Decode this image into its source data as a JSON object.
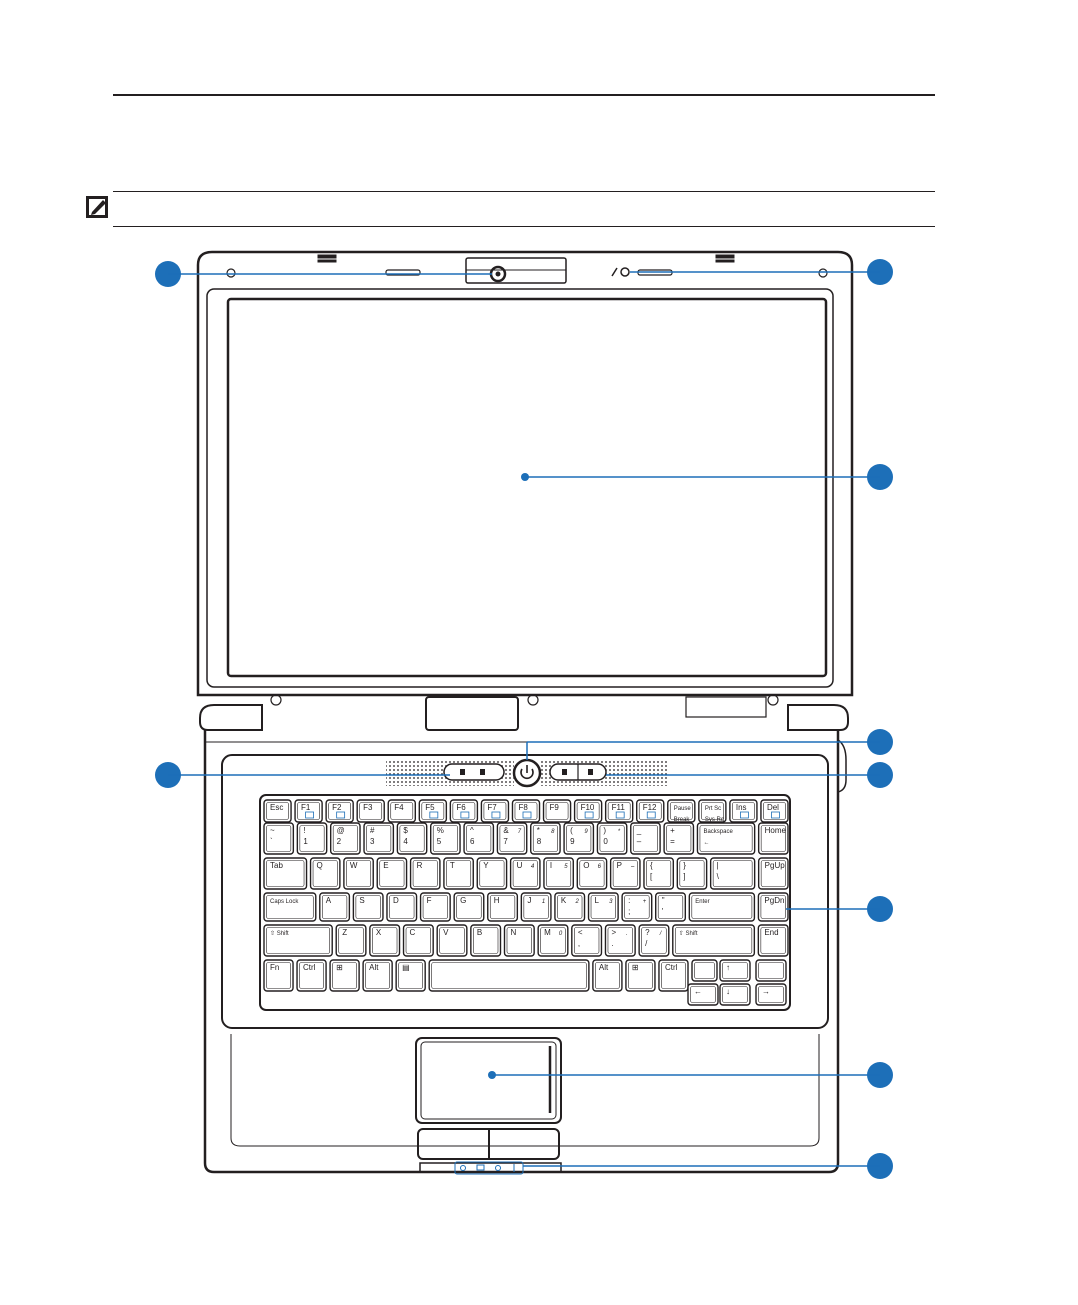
{
  "keyboard": {
    "rows": [
      [
        {
          "l": [
            "Esc"
          ],
          "w": 1
        },
        {
          "l": [
            "F1"
          ],
          "w": 1,
          "f": true
        },
        {
          "l": [
            "F2"
          ],
          "w": 1,
          "f": true
        },
        {
          "l": [
            "F3"
          ],
          "w": 1
        },
        {
          "l": [
            "F4"
          ],
          "w": 1
        },
        {
          "l": [
            "F5"
          ],
          "w": 1,
          "f": true
        },
        {
          "l": [
            "F6"
          ],
          "w": 1,
          "f": true
        },
        {
          "l": [
            "F7"
          ],
          "w": 1,
          "f": true
        },
        {
          "l": [
            "F8"
          ],
          "w": 1,
          "f": true
        },
        {
          "l": [
            "F9"
          ],
          "w": 1
        },
        {
          "l": [
            "F10"
          ],
          "w": 1,
          "f": true
        },
        {
          "l": [
            "F11"
          ],
          "w": 1,
          "f": true
        },
        {
          "l": [
            "F12"
          ],
          "w": 1,
          "f": true
        },
        {
          "l": [
            "Pause",
            "Break"
          ],
          "w": 1
        },
        {
          "l": [
            "Prt Sc",
            "Sys Rq"
          ],
          "w": 1
        },
        {
          "l": [
            "Ins"
          ],
          "w": 1,
          "f": true
        },
        {
          "l": [
            "Del"
          ],
          "w": 1,
          "f": true
        }
      ],
      [
        {
          "l": [
            "~",
            "`"
          ],
          "w": 1
        },
        {
          "l": [
            "!",
            "1"
          ],
          "w": 1
        },
        {
          "l": [
            "@",
            "2"
          ],
          "w": 1
        },
        {
          "l": [
            "#",
            "3"
          ],
          "w": 1
        },
        {
          "l": [
            "$",
            "4"
          ],
          "w": 1
        },
        {
          "l": [
            "%",
            "5"
          ],
          "w": 1
        },
        {
          "l": [
            "^",
            "6"
          ],
          "w": 1
        },
        {
          "l": [
            "&",
            "7"
          ],
          "w": 1,
          "n": "7"
        },
        {
          "l": [
            "*",
            "8"
          ],
          "w": 1,
          "n": "8"
        },
        {
          "l": [
            "(",
            "9"
          ],
          "w": 1,
          "n": "9"
        },
        {
          "l": [
            ")",
            "0"
          ],
          "w": 1,
          "n": "*"
        },
        {
          "l": [
            "_",
            "–"
          ],
          "w": 1
        },
        {
          "l": [
            "+",
            "="
          ],
          "w": 1
        },
        {
          "l": [
            "Backspace",
            "←"
          ],
          "w": 1.95
        },
        {
          "l": [
            "Home"
          ],
          "w": 1
        }
      ],
      [
        {
          "l": [
            "Tab"
          ],
          "w": 1.45
        },
        {
          "l": [
            "Q"
          ],
          "w": 1
        },
        {
          "l": [
            "W"
          ],
          "w": 1
        },
        {
          "l": [
            "E"
          ],
          "w": 1
        },
        {
          "l": [
            "R"
          ],
          "w": 1
        },
        {
          "l": [
            "T"
          ],
          "w": 1
        },
        {
          "l": [
            "Y"
          ],
          "w": 1
        },
        {
          "l": [
            "U"
          ],
          "w": 1,
          "n": "4"
        },
        {
          "l": [
            "I"
          ],
          "w": 1,
          "n": "5"
        },
        {
          "l": [
            "O"
          ],
          "w": 1,
          "n": "6"
        },
        {
          "l": [
            "P"
          ],
          "w": 1,
          "n": "–"
        },
        {
          "l": [
            "{",
            "["
          ],
          "w": 1
        },
        {
          "l": [
            "}",
            "]"
          ],
          "w": 1
        },
        {
          "l": [
            "|",
            "\\"
          ],
          "w": 1.5
        },
        {
          "l": [
            "PgUp"
          ],
          "w": 1
        }
      ],
      [
        {
          "l": [
            "Caps Lock"
          ],
          "w": 1.75
        },
        {
          "l": [
            "A"
          ],
          "w": 1
        },
        {
          "l": [
            "S"
          ],
          "w": 1
        },
        {
          "l": [
            "D"
          ],
          "w": 1
        },
        {
          "l": [
            "F"
          ],
          "w": 1
        },
        {
          "l": [
            "G"
          ],
          "w": 1
        },
        {
          "l": [
            "H"
          ],
          "w": 1
        },
        {
          "l": [
            "J"
          ],
          "w": 1,
          "n": "1"
        },
        {
          "l": [
            "K"
          ],
          "w": 1,
          "n": "2"
        },
        {
          "l": [
            "L"
          ],
          "w": 1,
          "n": "3"
        },
        {
          "l": [
            ":",
            ";"
          ],
          "w": 1,
          "n": "+"
        },
        {
          "l": [
            "\"",
            "'"
          ],
          "w": 1
        },
        {
          "l": [
            "Enter"
          ],
          "w": 2.2
        },
        {
          "l": [
            "PgDn"
          ],
          "w": 1
        }
      ],
      [
        {
          "l": [
            "⇧ Shift"
          ],
          "w": 2.3
        },
        {
          "l": [
            "Z"
          ],
          "w": 1
        },
        {
          "l": [
            "X"
          ],
          "w": 1
        },
        {
          "l": [
            "C"
          ],
          "w": 1
        },
        {
          "l": [
            "V"
          ],
          "w": 1
        },
        {
          "l": [
            "B"
          ],
          "w": 1
        },
        {
          "l": [
            "N"
          ],
          "w": 1
        },
        {
          "l": [
            "M"
          ],
          "w": 1,
          "n": "0"
        },
        {
          "l": [
            "<",
            ","
          ],
          "w": 1
        },
        {
          "l": [
            ">",
            "."
          ],
          "w": 1,
          "n": "."
        },
        {
          "l": [
            "?",
            "/"
          ],
          "w": 1,
          "n": "/"
        },
        {
          "l": [
            "⇧ Shift"
          ],
          "w": 2.75
        },
        {
          "l": [
            "End"
          ],
          "w": 1
        }
      ],
      [
        {
          "l": [
            "Fn"
          ],
          "w": 1
        },
        {
          "l": [
            "Ctrl"
          ],
          "w": 1
        },
        {
          "l": [
            "⊞"
          ],
          "w": 1
        },
        {
          "l": [
            "Alt"
          ],
          "w": 1
        },
        {
          "l": [
            "▤"
          ],
          "w": 1
        },
        {
          "l": [
            ""
          ],
          "w": 5.5
        },
        {
          "l": [
            "Alt"
          ],
          "w": 1
        },
        {
          "l": [
            "⊞"
          ],
          "w": 1
        },
        {
          "l": [
            "Ctrl"
          ],
          "w": 1
        }
      ]
    ],
    "arrows": {
      "up": "↑",
      "left": "←",
      "down": "↓",
      "right": "→"
    }
  },
  "colors": {
    "callout": "#1d6fb8",
    "outline": "#231f20",
    "rule": "#231f20"
  }
}
